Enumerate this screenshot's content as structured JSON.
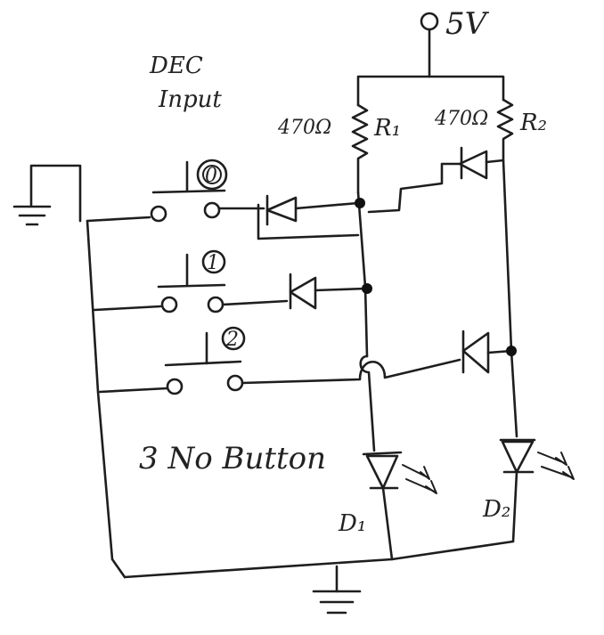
{
  "supply": {
    "label": "5V"
  },
  "input_title": {
    "line1": "DEC",
    "line2": "Input"
  },
  "resistors": [
    {
      "value": "470Ω",
      "name": "R₁"
    },
    {
      "value": "470Ω",
      "name": "R₂"
    }
  ],
  "buttons": [
    {
      "label": "0"
    },
    {
      "label": "1"
    },
    {
      "label": "2"
    }
  ],
  "caption": "3 No Button",
  "leds": [
    {
      "name": "D₁"
    },
    {
      "name": "D₂"
    }
  ]
}
